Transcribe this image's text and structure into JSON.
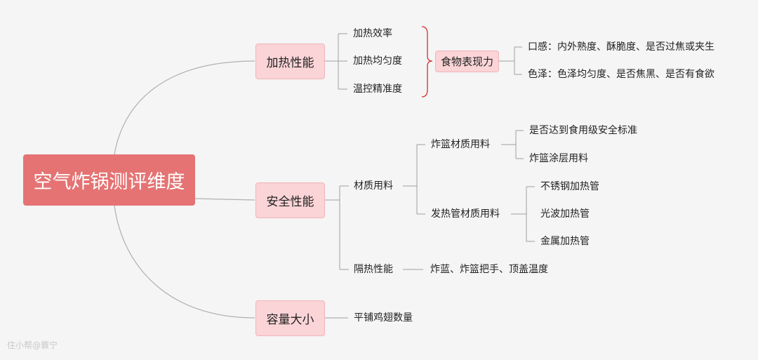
{
  "root": "空气炸锅测评维度",
  "branches": [
    {
      "label": "加热性能",
      "items": [
        "加热效率",
        "加热均匀度",
        "温控精准度"
      ],
      "summary": {
        "label": "食物表现力",
        "items": [
          "口感：内外熟度、酥脆度、是否过焦或夹生",
          "色泽：色泽均匀度、是否焦黑、是否有食欲"
        ]
      }
    },
    {
      "label": "安全性能",
      "material": {
        "label": "材质用料",
        "basket": {
          "label": "炸篮材质用料",
          "items": [
            "是否达到食用级安全标准",
            "炸篮涂层用料"
          ]
        },
        "heater": {
          "label": "发热管材质用料",
          "items": [
            "不锈钢加热管",
            "光波加热管",
            "金属加热管"
          ]
        }
      },
      "insulation": {
        "label": "隔热性能",
        "detail": "炸蓝、炸篮把手、顶盖温度"
      }
    },
    {
      "label": "容量大小",
      "items": [
        "平铺鸡翅数量"
      ]
    }
  ],
  "watermark": "住小帮@蓑宁",
  "colors": {
    "root_fill": "#e57373",
    "node_fill": "#fad4d6",
    "connector": "#9e9e9e",
    "brace": "#d32f2f",
    "background": "#f5f5f5"
  }
}
